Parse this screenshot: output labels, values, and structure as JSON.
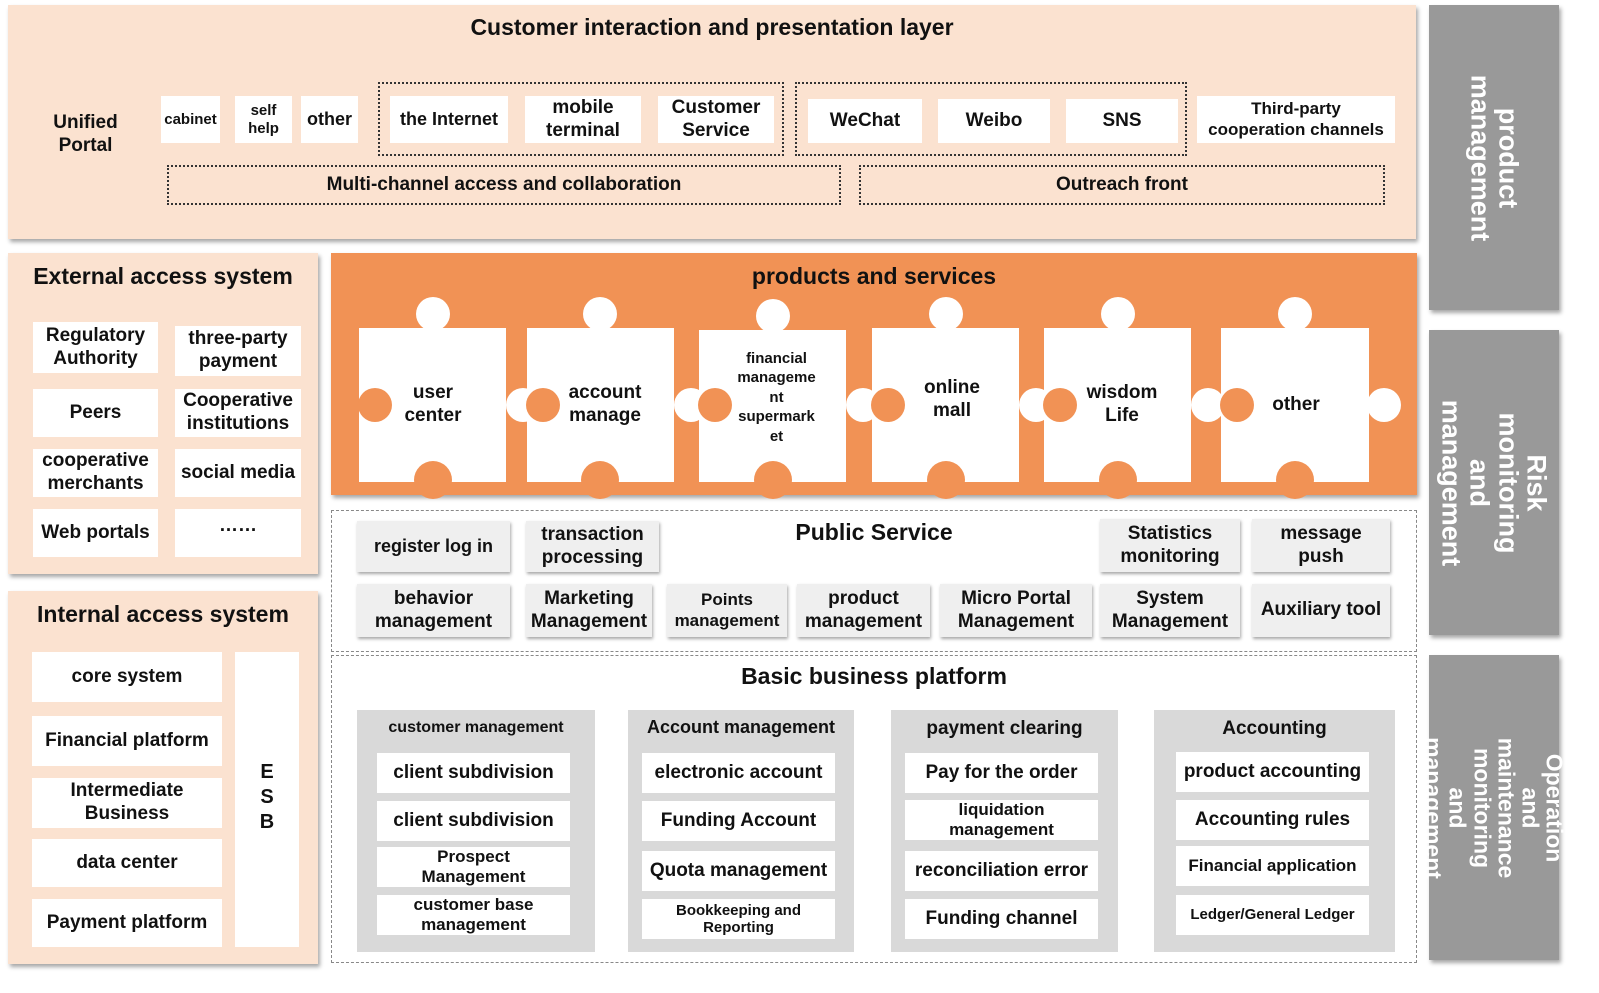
{
  "customer_layer": {
    "title": "Customer interaction and presentation layer",
    "unified_portal": "Unified\nPortal",
    "channels": [
      "cabinet",
      "self\nhelp",
      "other",
      "the Internet",
      "mobile\nterminal",
      "Customer\nService",
      "WeChat",
      "Weibo",
      "SNS",
      "Third-party\ncooperation channels"
    ],
    "multi_channel": "Multi-channel access and collaboration",
    "outreach": "Outreach front"
  },
  "external_access": {
    "title": "External access system",
    "items": [
      "Regulatory\nAuthority",
      "three-party\npayment",
      "Peers",
      "Cooperative\ninstitutions",
      "cooperative\nmerchants",
      "social media",
      "Web portals",
      "……"
    ]
  },
  "internal_access": {
    "title": "Internal access system",
    "items": [
      "core system",
      "Financial platform",
      "Intermediate\nBusiness",
      "data center",
      "Payment platform"
    ],
    "esb": "E\nS\nB"
  },
  "products": {
    "title": "products and services",
    "items": [
      "user\ncenter",
      "account\nmanage",
      "financial\nmanageme\nnt\nsupermark\net",
      "online\nmall",
      "wisdom\nLife",
      "other"
    ]
  },
  "public_service": {
    "title": "Public Service",
    "items": [
      "register log in",
      "transaction\nprocessing",
      "Statistics\nmonitoring",
      "message\npush",
      "behavior\nmanagement",
      "Marketing\nManagement",
      "Points\nmanagement",
      "product\nmanagement",
      "Micro Portal\nManagement",
      "System\nManagement",
      "Auxiliary tool"
    ]
  },
  "basic_platform": {
    "title": "Basic business platform",
    "columns": [
      {
        "title": "customer management",
        "items": [
          "client subdivision",
          "client subdivision",
          "Prospect\nManagement",
          "customer base\nmanagement"
        ]
      },
      {
        "title": "Account management",
        "items": [
          "electronic account",
          "Funding Account",
          "Quota management",
          "Bookkeeping and\nReporting"
        ]
      },
      {
        "title": "payment clearing",
        "items": [
          "Pay for the order",
          "liquidation\nmanagement",
          "reconciliation error",
          "Funding channel"
        ]
      },
      {
        "title": "Accounting",
        "items": [
          "product accounting",
          "Accounting rules",
          "Financial application",
          "Ledger/General Ledger"
        ]
      }
    ]
  },
  "side_panels": [
    "product\nmanagement",
    "Risk monitoring\nand management",
    "Operation and\nmaintenance monitoring\nand management"
  ],
  "colors": {
    "peach": "#fbe2d0",
    "orange": "#f19255",
    "side_grey": "#999999"
  }
}
